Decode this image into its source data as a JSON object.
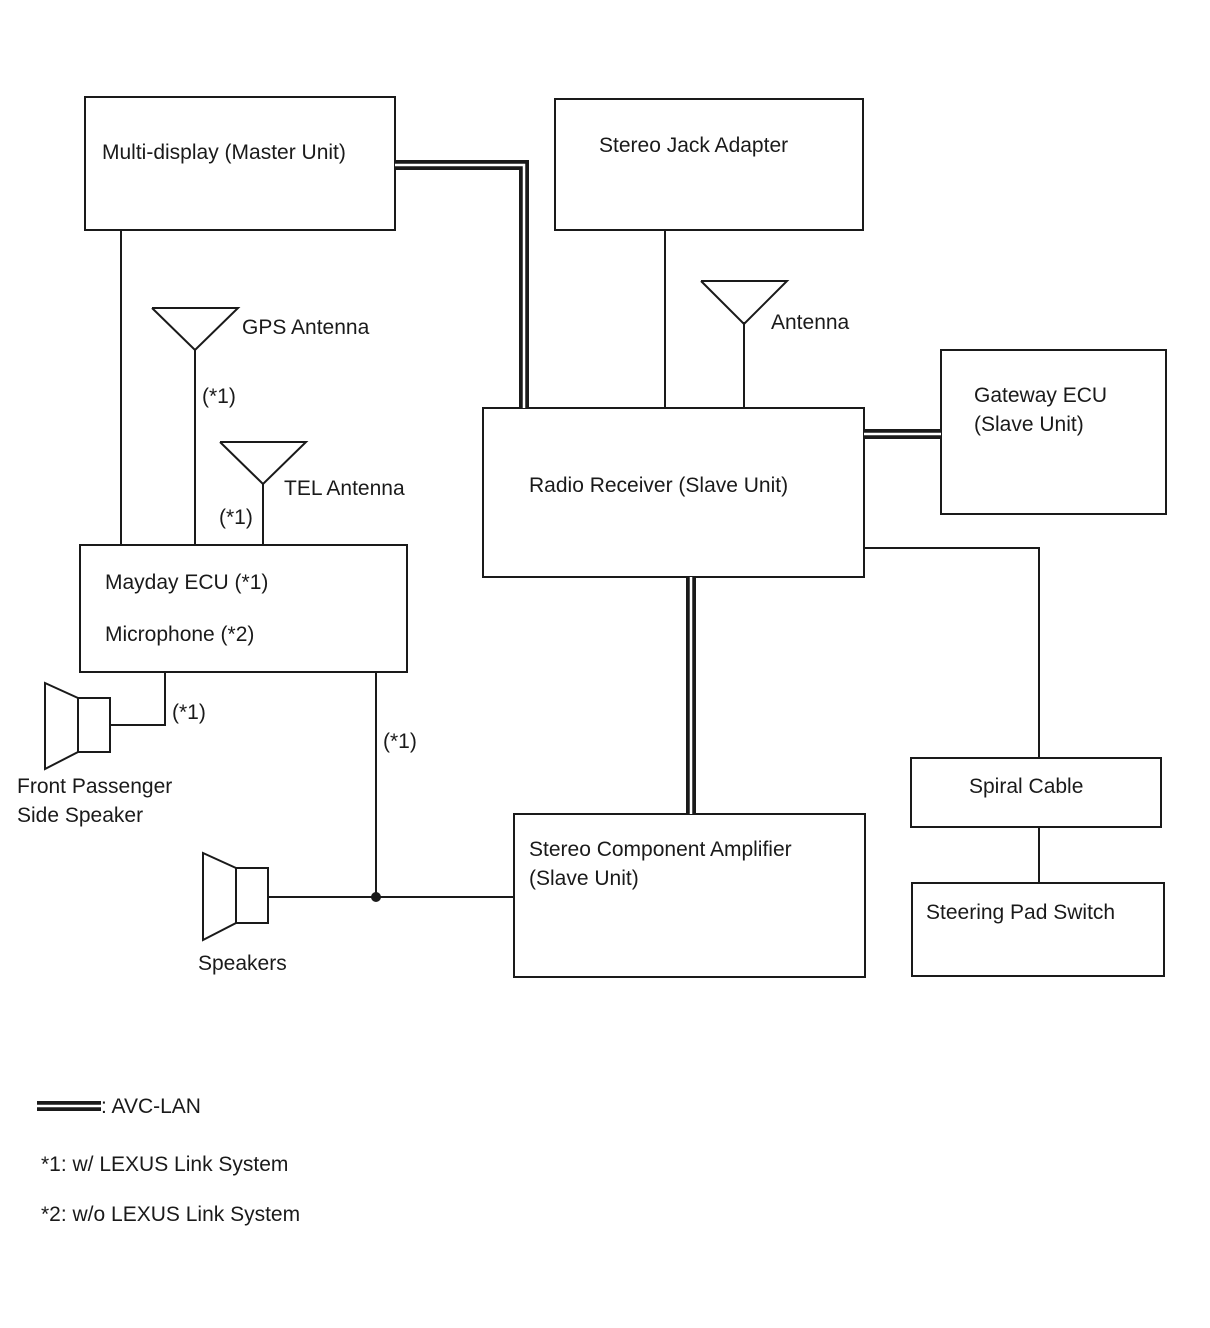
{
  "components": {
    "multi_display": "Multi-display (Master Unit)",
    "stereo_jack_adapter": "Stereo Jack Adapter",
    "radio_receiver": "Radio Receiver (Slave Unit)",
    "gateway_ecu_line1": "Gateway ECU",
    "gateway_ecu_line2": "(Slave Unit)",
    "mayday_ecu": "Mayday ECU (*1)",
    "microphone": "Microphone (*2)",
    "stereo_amp_line1": "Stereo Component Amplifier",
    "stereo_amp_line2": "(Slave Unit)",
    "spiral_cable": "Spiral Cable",
    "steering_pad_switch": "Steering Pad Switch"
  },
  "antennas": {
    "gps": "GPS Antenna",
    "tel": "TEL Antenna",
    "radio": "Antenna"
  },
  "speakers": {
    "front_passenger_line1": "Front Passenger",
    "front_passenger_line2": "Side Speaker",
    "speakers": "Speakers"
  },
  "notes": {
    "gps_wire": "(*1)",
    "tel_wire": "(*1)",
    "front_speaker_wire": "(*1)",
    "speakers_wire": "(*1)"
  },
  "legend": {
    "avc_lan": ": AVC-LAN",
    "note1": "*1: w/ LEXUS Link System",
    "note2": "*2: w/o LEXUS Link System"
  }
}
